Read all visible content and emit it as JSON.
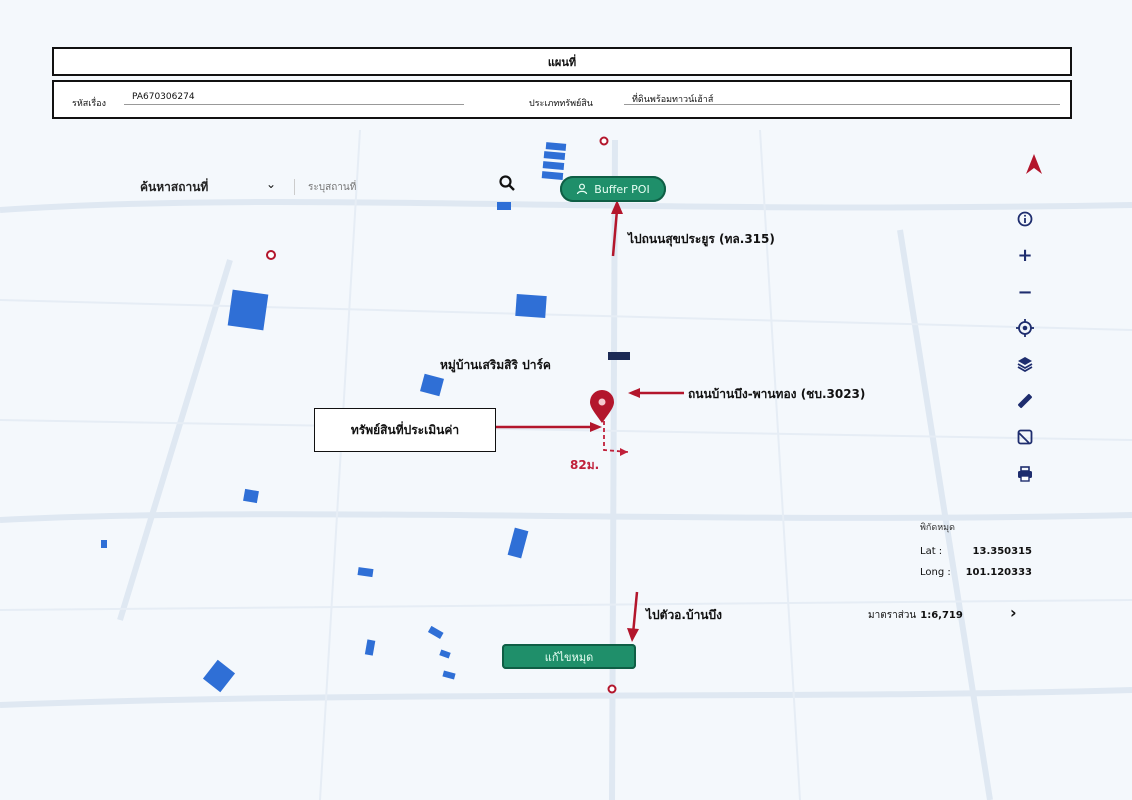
{
  "header": {
    "title": "แผนที่"
  },
  "info": {
    "case_label": "รหัสเรื่อง",
    "case_value": "PA670306274",
    "asset_type_label": "ประเภททรัพย์สิน",
    "asset_type_value": "ที่ดินพร้อมทาวน์เฮ้าส์"
  },
  "search": {
    "mode_label": "ค้นหาสถานที่",
    "placeholder": "ระบุสถานที่"
  },
  "buttons": {
    "buffer_poi": "Buffer POI",
    "fix_pin": "แก้ไขหมุด"
  },
  "coords": {
    "title": "พิกัดหมุด",
    "lat_label": "Lat :",
    "lat_value": "13.350315",
    "long_label": "Long :",
    "long_value": "101.120333"
  },
  "scale": {
    "label": "มาตราส่วน",
    "value": "1:6,719"
  },
  "annotations": {
    "north_road": "ไปถนนสุขประยูร (ทล.315)",
    "village": "หมู่บ้านเสริมสิริ ปาร์ค",
    "east_road": "ถนนบ้านบึง-พานทอง (ชบ.3023)",
    "asset": "ทรัพย์สินที่ประเมินค่า",
    "distance": "82ม.",
    "south": "ไปตัวอ.บ้านบึง"
  },
  "tools": [
    "compass-icon",
    "info-icon",
    "zoom-in-icon",
    "zoom-out-icon",
    "locate-icon",
    "layers-icon",
    "ruler-icon",
    "basemap-icon",
    "print-icon"
  ],
  "colors": {
    "accent": "#1f8f6a",
    "marker": "#b3162c",
    "building": "#2f6fd6",
    "tool": "#1e2d6e"
  }
}
